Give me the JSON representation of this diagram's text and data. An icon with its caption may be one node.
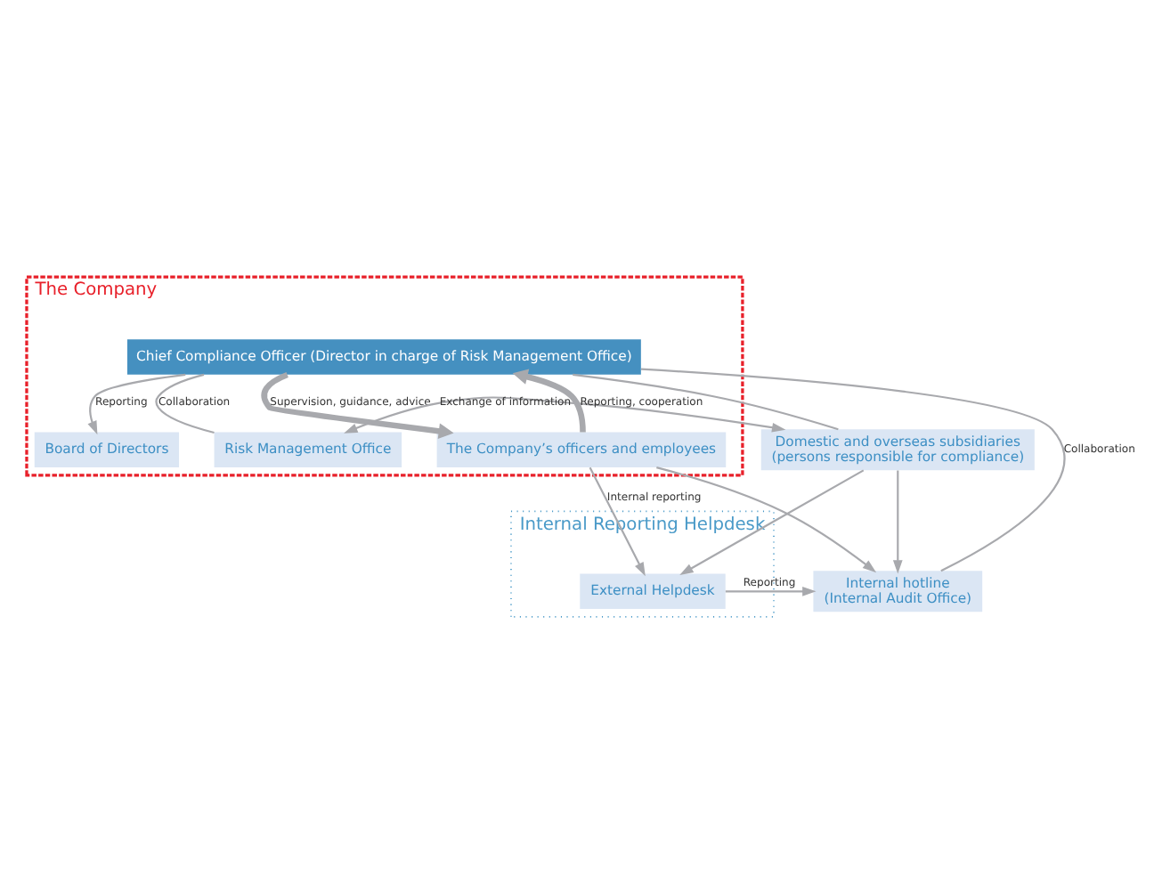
{
  "diagram": {
    "nodes": [
      {
        "text": [
          "The Company"
        ]
      },
      {
        "text": [
          "Internal Reporting Helpdesk"
        ]
      },
      {
        "text": [
          "Board of Directors"
        ],
        "in": 0
      },
      {
        "text": [
          "Internal hotline",
          "(Internal Audit Office)"
        ]
      },
      {
        "text": [
          "Chief Compliance Officer (Director in charge of Risk Management Office)"
        ],
        "in": 0
      },
      {
        "text": [
          "External Helpdesk"
        ],
        "in": 1
      },
      {
        "text": [
          "Risk Management Office"
        ],
        "in": 0
      },
      {
        "text": [
          "The Company’s officers and employees"
        ],
        "in": 0
      },
      {
        "text": [
          "Domestic and overseas subsidiaries",
          "(persons responsible for compliance)"
        ]
      }
    ],
    "edges": [
      {
        "from": 4,
        "to": 2,
        "arrow": "to",
        "label": "Reporting"
      },
      {
        "from": 5,
        "to": 3,
        "arrow": "to",
        "label": "Reporting"
      },
      {
        "from": 3,
        "to": 4,
        "arrow": "none",
        "label": "Collaboration"
      },
      {
        "from": 4,
        "to": 6,
        "arrow": "none",
        "label": "Collaboration"
      },
      {
        "from": 4,
        "to": 7,
        "arrow": "to",
        "style": "thick",
        "label": "Supervision, guidance, advice"
      },
      {
        "from": 7,
        "to": 4,
        "arrow": "to",
        "style": "thick",
        "label": "Reporting, cooperation"
      },
      {
        "from": 6,
        "to": 8,
        "arrow": "both",
        "label": "Exchange of information"
      },
      {
        "from": 4,
        "to": 8,
        "arrow": "none"
      },
      {
        "from": 7,
        "to": 5,
        "arrow": "to",
        "label": "Internal reporting"
      },
      {
        "from": 7,
        "to": 3,
        "arrow": "to"
      },
      {
        "from": 8,
        "to": 5,
        "arrow": "to"
      },
      {
        "from": 8,
        "to": 3,
        "arrow": "to"
      }
    ]
  }
}
